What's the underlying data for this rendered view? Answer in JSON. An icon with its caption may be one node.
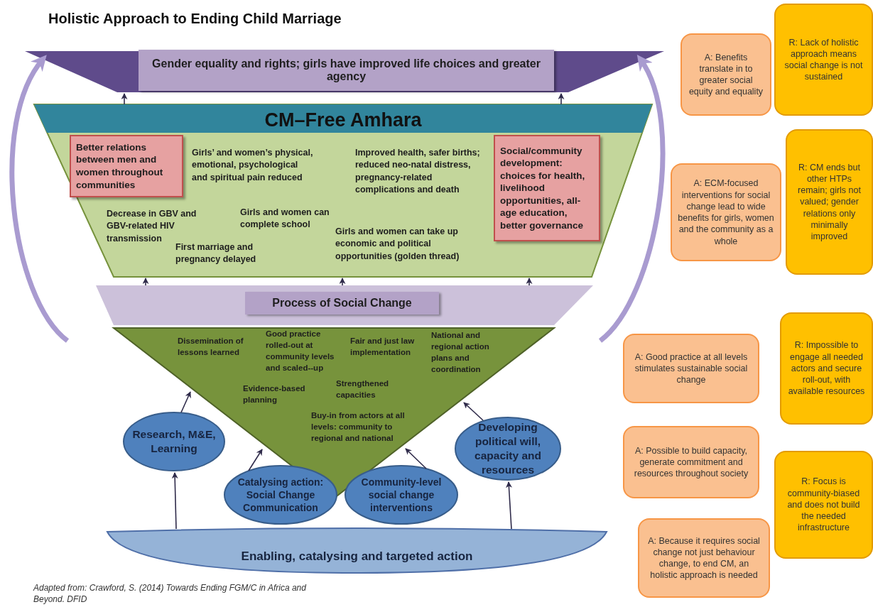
{
  "diagram": {
    "title": "Holistic Approach to Ending Child Marriage",
    "caption": "Adapted from: Crawford, S. (2014) Towards Ending FGM/C in Africa and Beyond. DFID",
    "nodes": [
      {
        "text": [
          "Gender equality and rights; girls have improved life choices and greater agency"
        ]
      },
      {
        "text": [
          "CM–Free Amhara",
          "Girls’ and women’s physical, emotional, psychological and spiritual pain reduced",
          "Improved health, safer births; reduced neo-natal distress, pregnancy-related complications and death",
          "Decrease in GBV and GBV-related HIV transmission",
          "Girls and women can complete school",
          "First marriage and pregnancy delayed",
          "Girls and women can take up economic and political opportunities (golden thread)"
        ]
      },
      {
        "text": [
          "Better relations between men and women throughout communities"
        ],
        "in": 1
      },
      {
        "text": [
          "Social/community development: choices for health, livelihood opportunities, all-age education, better governance"
        ],
        "in": 1
      },
      {
        "text": [
          "Process of Social Change"
        ]
      },
      {
        "text": [
          "Dissemination of lessons learned",
          "Good practice rolled-out at community levels and scaled--up",
          "Fair and just law implementation",
          "National and regional action plans and coordination",
          "Evidence-based planning",
          "Strengthened capacities",
          "Buy-in from actors at all levels: community to regional and national"
        ]
      },
      {
        "text": [
          "Research, M&E, Learning"
        ]
      },
      {
        "text": [
          "Catalysing action: Social Change Communication"
        ]
      },
      {
        "text": [
          "Community-level social change interventions"
        ]
      },
      {
        "text": [
          "Developing political will, capacity and resources"
        ]
      },
      {
        "text": [
          "Enabling, catalysing and targeted action"
        ]
      },
      {
        "text": [
          "A: Benefits translate in to greater social equity and equality"
        ]
      },
      {
        "text": [
          "R: Lack of holistic approach means social change is not sustained"
        ]
      },
      {
        "text": [
          "A: ECM-focused interventions for social change lead to wide benefits for girls, women and the community as a whole"
        ]
      },
      {
        "text": [
          "R: CM ends but other HTPs remain; girls not valued; gender relations only minimally improved"
        ]
      },
      {
        "text": [
          "A: Good practice at all levels stimulates sustainable social change"
        ]
      },
      {
        "text": [
          "R: Impossible to engage all needed actors and secure roll-out, with available resources"
        ]
      },
      {
        "text": [
          "A: Possible to build capacity, generate commitment and resources throughout society"
        ]
      },
      {
        "text": [
          "R: Focus is community-biased and does not build the needed infrastructure"
        ]
      },
      {
        "text": [
          "A: Because it requires social change not just behaviour change, to end CM, an holistic approach is needed"
        ]
      }
    ],
    "edges": [
      {
        "from": 1,
        "to": 0,
        "arrow": "to"
      },
      {
        "from": 1,
        "to": 0,
        "arrow": "to"
      },
      {
        "from": 4,
        "to": 1,
        "arrow": "to"
      },
      {
        "from": 4,
        "to": 1,
        "arrow": "to"
      },
      {
        "from": 4,
        "to": 1,
        "arrow": "to"
      },
      {
        "from": 6,
        "to": 5,
        "arrow": "to"
      },
      {
        "from": 7,
        "to": 5,
        "arrow": "to"
      },
      {
        "from": 8,
        "to": 5,
        "arrow": "to"
      },
      {
        "from": 9,
        "to": 5,
        "arrow": "to"
      },
      {
        "from": 10,
        "to": 6,
        "arrow": "to"
      },
      {
        "from": 10,
        "to": 9,
        "arrow": "to"
      },
      {
        "from": null,
        "to": 0,
        "arrow": "to",
        "style": "thick",
        "color": "#a99bd0"
      },
      {
        "from": null,
        "to": 0,
        "arrow": "to",
        "style": "thick",
        "color": "#a99bd0"
      }
    ]
  }
}
